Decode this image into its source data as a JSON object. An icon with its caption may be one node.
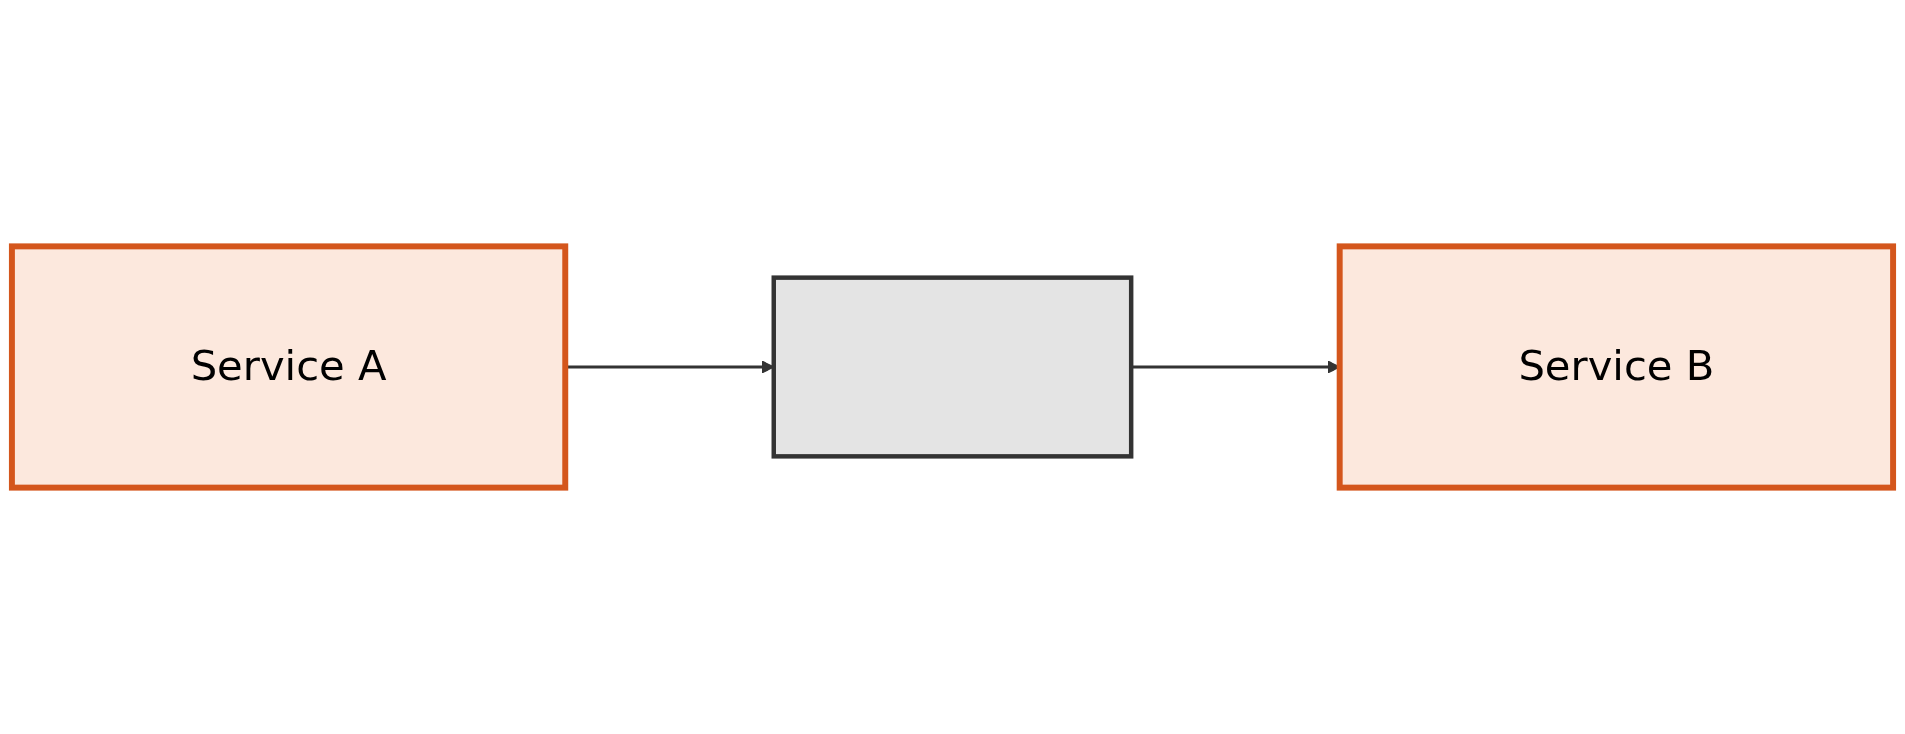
{
  "diagram": {
    "nodes": [
      {
        "text": [
          "Service A"
        ]
      },
      {
        "text": [],
        "shape": "bar"
      },
      {
        "text": [
          "Service B"
        ]
      }
    ],
    "edges": [
      {
        "from": 0,
        "to": 1,
        "arrow": "to"
      },
      {
        "from": 1,
        "to": 2,
        "arrow": "to"
      }
    ]
  }
}
